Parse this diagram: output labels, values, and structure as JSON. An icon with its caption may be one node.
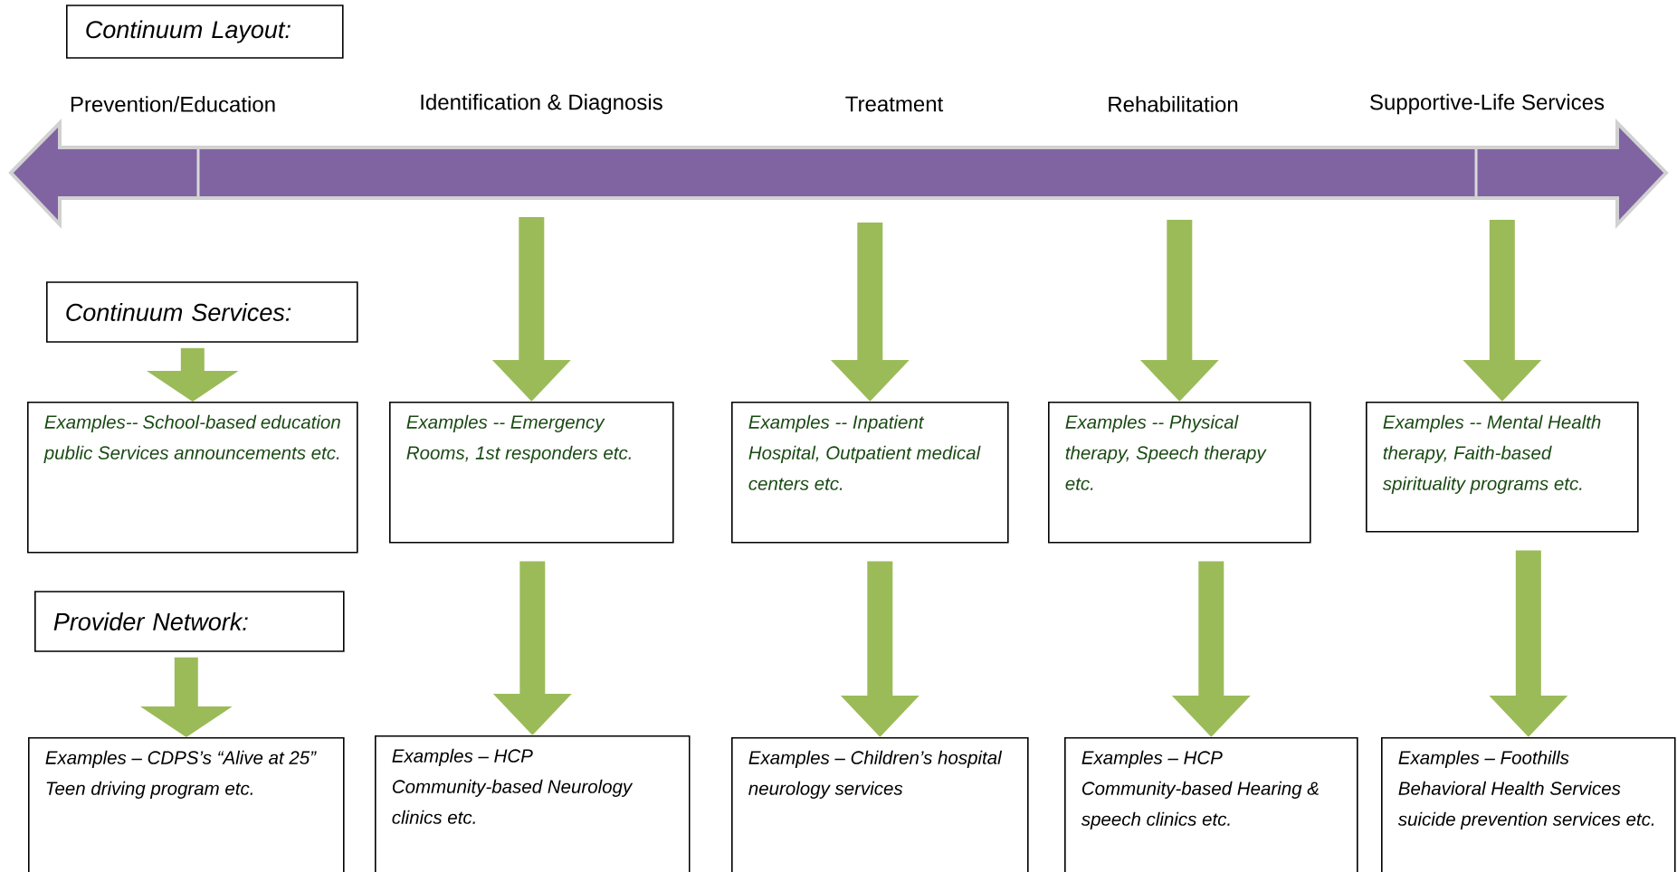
{
  "diagram": {
    "nodes": [
      {
        "text": [
          "Continuum Layout:"
        ]
      },
      {
        "text": [
          "Continuum Services:"
        ]
      },
      {
        "text": [
          "Examples--  School-based education public Services announcements etc."
        ]
      },
      {
        "text": [
          "Examples -- Emergency Rooms, 1st responders etc."
        ]
      },
      {
        "text": [
          "Examples -- Inpatient Hospital, Outpatient medical centers etc."
        ]
      },
      {
        "text": [
          "Examples -- Physical therapy, Speech therapy etc."
        ]
      },
      {
        "text": [
          "Examples -- Mental Health therapy, Faith-based spirituality programs etc."
        ]
      },
      {
        "text": [
          "Provider Network:"
        ]
      },
      {
        "text": [
          "Examples – CDPS’s “Alive at 25” Teen driving program etc."
        ]
      },
      {
        "text": [
          "Examples – HCP Community-based Neurology clinics etc."
        ]
      },
      {
        "text": [
          "Examples – Children’s hospital neurology services"
        ]
      },
      {
        "text": [
          "Examples – HCP Community-based Hearing & speech clinics etc."
        ]
      },
      {
        "text": [
          "Examples – Foothills Behavioral Health Services suicide prevention services etc."
        ]
      }
    ],
    "edges": [
      {
        "from": 1,
        "to": 2,
        "arrow": "to"
      },
      {
        "from": null,
        "to": 3,
        "arrow": "to"
      },
      {
        "from": null,
        "to": 4,
        "arrow": "to"
      },
      {
        "from": null,
        "to": 5,
        "arrow": "to"
      },
      {
        "from": null,
        "to": 6,
        "arrow": "to"
      },
      {
        "from": 7,
        "to": 8,
        "arrow": "to"
      },
      {
        "from": 3,
        "to": 9,
        "arrow": "to"
      },
      {
        "from": 4,
        "to": 10,
        "arrow": "to"
      },
      {
        "from": 5,
        "to": 11,
        "arrow": "to"
      },
      {
        "from": 6,
        "to": 12,
        "arrow": "to"
      }
    ],
    "labels": [
      "Prevention/Education",
      "Identification & Diagnosis",
      "Treatment",
      "Rehabilitation",
      "Supportive-Life Services"
    ]
  }
}
